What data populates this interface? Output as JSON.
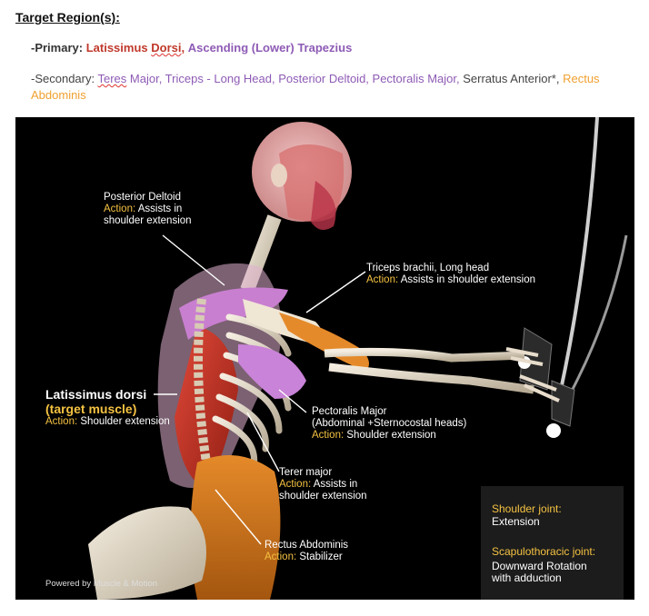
{
  "header": {
    "title": "Target Region(s):",
    "primary_prefix": "-Primary:",
    "primary_lat_a": "Latissimus",
    "primary_lat_b": "Dorsi,",
    "primary_trap": "Ascending (Lower) Trapezius",
    "secondary_prefix": "-Secondary:",
    "sec_teres_a": "Teres",
    "sec_rest_purple": "Major, Triceps - Long Head, Posterior Deltoid, Pectoralis Major,",
    "sec_serratus": "Serratus Anterior*,",
    "sec_rectus": "Rectus Abdominis"
  },
  "figure": {
    "posterior_deltoid": {
      "name": "Posterior Deltoid",
      "action_label": "Action:",
      "action_a": "Assists in",
      "action_b": "shoulder extension"
    },
    "triceps": {
      "name": "Triceps brachii, Long head",
      "action_label": "Action:",
      "action_text": "Assists in shoulder extension"
    },
    "latissimus": {
      "name": "Latissimus dorsi",
      "tag": "(target muscle)",
      "action_label": "Action:",
      "action_text": "Shoulder extension"
    },
    "pectoralis": {
      "name": "Pectoralis Major",
      "sub": "(Abdominal +Sternocostal heads)",
      "action_label": "Action:",
      "action_text": "Shoulder extension"
    },
    "teres": {
      "name": "Terer major",
      "action_label": "Action:",
      "action_a": "Assists in",
      "action_b": "shoulder extension"
    },
    "rectus": {
      "name": "Rectus Abdominis",
      "action_label": "Action:",
      "action_text": "Stabilizer"
    },
    "joints": {
      "shoulder_title": "Shoulder joint:",
      "shoulder_value": "Extension",
      "scap_title": "Scapulothoracic joint:",
      "scap_value_a": "Downward Rotation",
      "scap_value_b": "with adduction"
    },
    "credit": "Powered by Muscle & Motion"
  },
  "colors": {
    "primary_red": "#c0392b",
    "secondary_purple": "#8e5bb5",
    "accent_orange": "#f0a030",
    "action_yellow": "#f5c242"
  }
}
